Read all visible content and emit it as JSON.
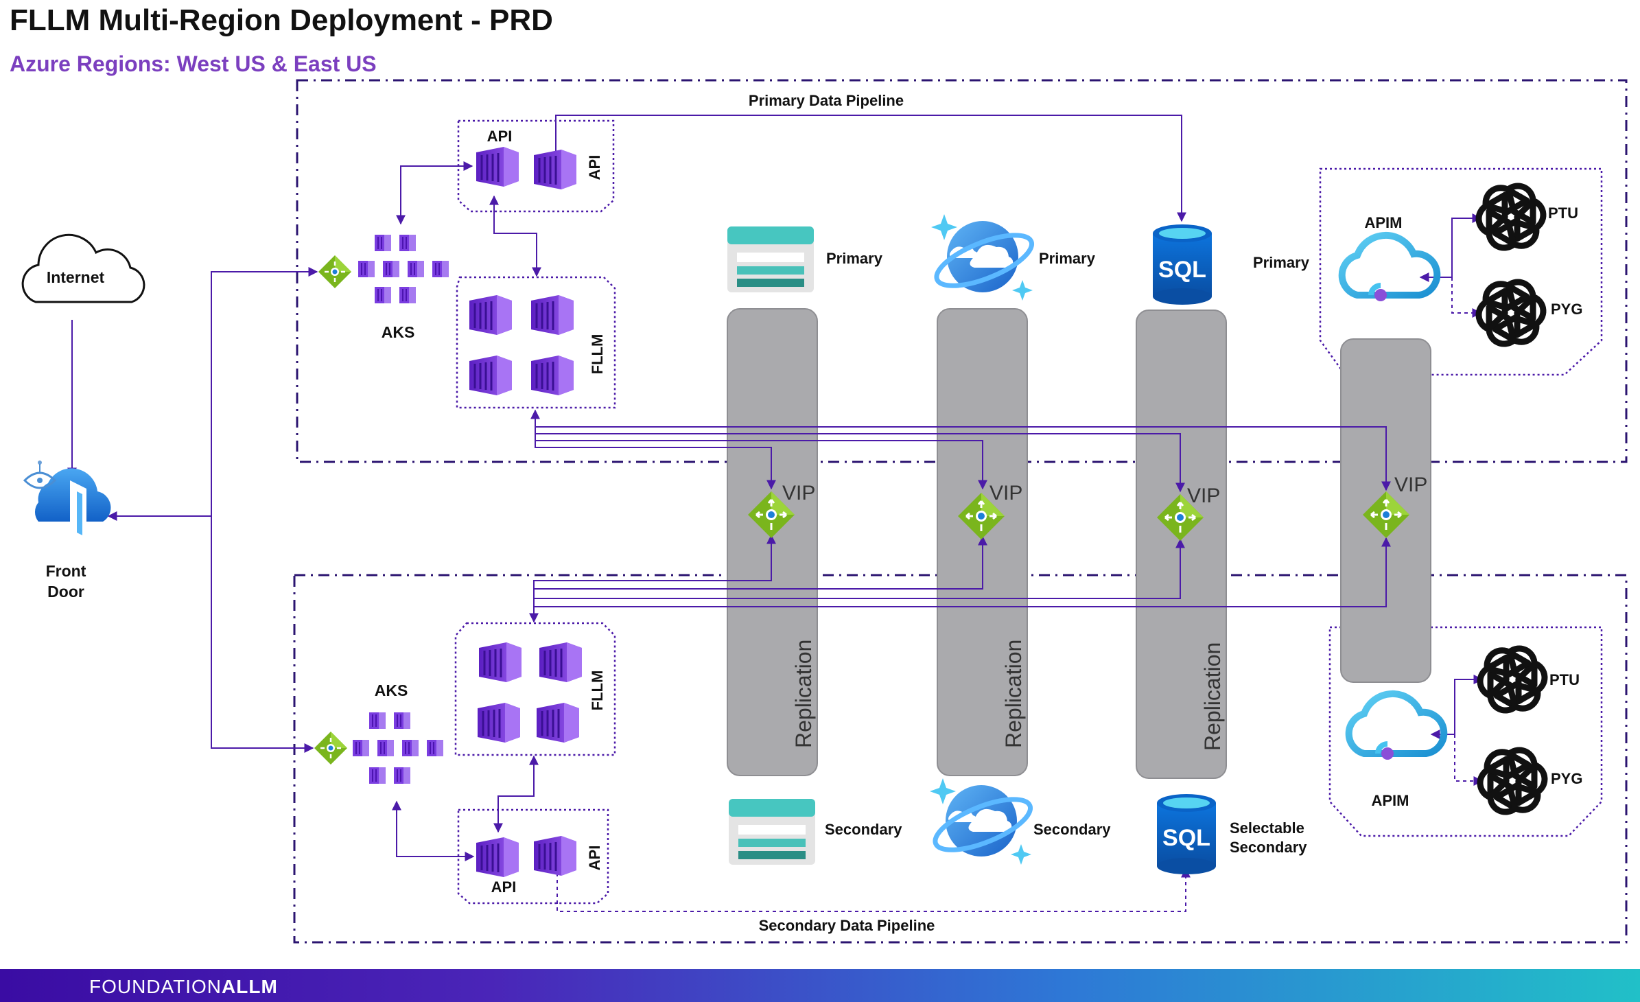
{
  "header": {
    "title": "FLLM Multi-Region Deployment - PRD",
    "subtitle": "Azure Regions: West US & East US"
  },
  "colors": {
    "accent_purple": "#7b3fbf",
    "line_purple": "#4b1aa8",
    "replication_gray": "#aaaaad",
    "container_purple": "#7a3de0",
    "vip_green": "#7ab51d",
    "sql_blue": "#0a63c7",
    "storage_teal": "#47c6c0"
  },
  "nodes": {
    "internet": "Internet",
    "front_door": "Front\nDoor",
    "aks_primary": "AKS",
    "aks_secondary": "AKS",
    "api_primary_top": "API",
    "api_primary_side": "API",
    "fllm_primary": "FLLM",
    "fllm_secondary": "FLLM",
    "api_secondary_bottom": "API",
    "api_secondary_side": "API",
    "storage_primary": "Primary",
    "storage_secondary": "Secondary",
    "cosmos_primary": "Primary",
    "cosmos_secondary": "Secondary",
    "sql_primary": "Primary",
    "sql_secondary": "Selectable\nSecondary",
    "sql_glyph": "SQL",
    "apim_primary": "APIM",
    "apim_secondary": "APIM",
    "ptu_primary": "PTU",
    "pyg_primary": "PYG",
    "ptu_secondary": "PTU",
    "pyg_secondary": "PYG",
    "vip_1": "VIP",
    "vip_2": "VIP",
    "vip_3": "VIP",
    "vip_4": "VIP",
    "replication_1": "Replication",
    "replication_2": "Replication",
    "replication_3": "Replication"
  },
  "pipelines": {
    "primary": "Primary Data Pipeline",
    "secondary": "Secondary Data Pipeline"
  },
  "footer": {
    "brand_light": "FOUNDATION",
    "brand_bold": "ALLM"
  }
}
